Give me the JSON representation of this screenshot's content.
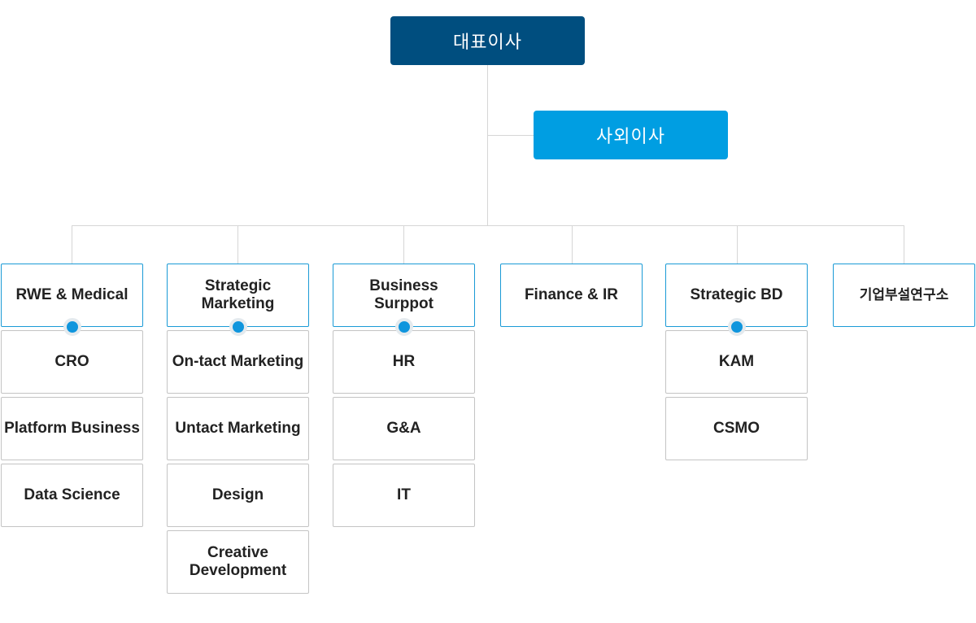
{
  "chart_title": "",
  "ceo": {
    "label": "대표이사"
  },
  "outside_director": {
    "label": "사외이사"
  },
  "departments": [
    {
      "label": "RWE & Medical",
      "has_dot": true,
      "subs": [
        "CRO",
        "Platform Business",
        "Data Science"
      ]
    },
    {
      "label": "Strategic\nMarketing",
      "has_dot": true,
      "subs": [
        "On-tact Marketing",
        "Untact Marketing",
        "Design",
        "Creative\nDevelopment"
      ]
    },
    {
      "label": "Business\nSurppot",
      "has_dot": true,
      "subs": [
        "HR",
        "G&A",
        "IT"
      ]
    },
    {
      "label": "Finance & IR",
      "has_dot": false,
      "subs": []
    },
    {
      "label": "Strategic BD",
      "has_dot": true,
      "subs": [
        "KAM",
        "CSMO"
      ]
    },
    {
      "label": "기업부설연구소",
      "has_dot": false,
      "subs": []
    }
  ],
  "colors": {
    "ceo_bg": "#004e7f",
    "outside_bg": "#009ee2",
    "dept_border": "#1a9ad6",
    "dot": "#0f95dd",
    "line": "#d6d6d6"
  }
}
